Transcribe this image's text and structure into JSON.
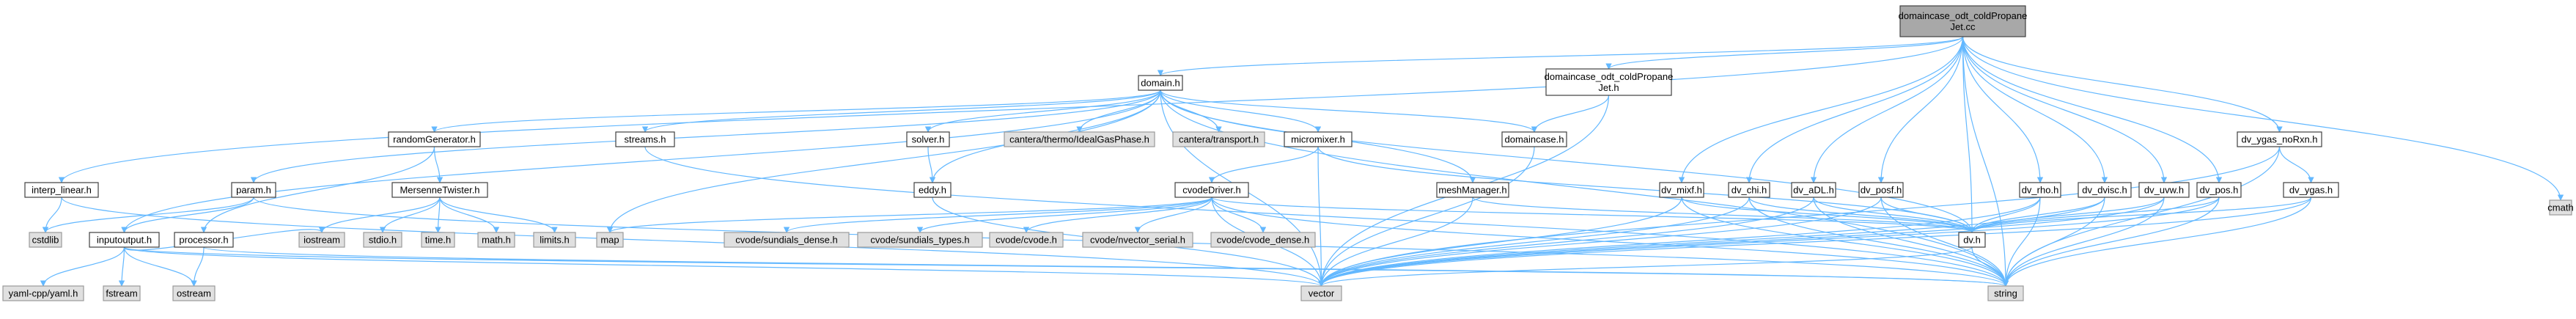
{
  "title": "domaincase_odt_coldPropaneJet.cc include dependency graph",
  "colors": {
    "edge": "#63b8ff",
    "root_fill": "#a8a8a8",
    "file_fill": "#ffffff",
    "sys_fill": "#e0e0e0",
    "border": "#404040"
  },
  "nodes": [
    {
      "id": "root",
      "lines": [
        "domaincase_odt_coldPropane",
        "Jet.cc"
      ],
      "kind": "root"
    },
    {
      "id": "domain_h",
      "lines": [
        "domain.h"
      ],
      "kind": "file"
    },
    {
      "id": "dc_jet_h",
      "lines": [
        "domaincase_odt_coldPropane",
        "Jet.h"
      ],
      "kind": "file"
    },
    {
      "id": "cmath",
      "lines": [
        "cmath"
      ],
      "kind": "sys"
    },
    {
      "id": "interp_linear_h",
      "lines": [
        "interp_linear.h"
      ],
      "kind": "file"
    },
    {
      "id": "randomGenerator_h",
      "lines": [
        "randomGenerator.h"
      ],
      "kind": "file"
    },
    {
      "id": "param_h",
      "lines": [
        "param.h"
      ],
      "kind": "file"
    },
    {
      "id": "streams_h",
      "lines": [
        "streams.h"
      ],
      "kind": "file"
    },
    {
      "id": "solver_h",
      "lines": [
        "solver.h"
      ],
      "kind": "file"
    },
    {
      "id": "idealgas_h",
      "lines": [
        "cantera/thermo/IdealGasPhase.h"
      ],
      "kind": "sys"
    },
    {
      "id": "transport_h",
      "lines": [
        "cantera/transport.h"
      ],
      "kind": "sys"
    },
    {
      "id": "micromixer_h",
      "lines": [
        "micromixer.h"
      ],
      "kind": "file"
    },
    {
      "id": "domaincase_h",
      "lines": [
        "domaincase.h"
      ],
      "kind": "file"
    },
    {
      "id": "dv_ygas_noRxn_h",
      "lines": [
        "dv_ygas_noRxn.h"
      ],
      "kind": "file"
    },
    {
      "id": "meshManager_h",
      "lines": [
        "meshManager.h"
      ],
      "kind": "file"
    },
    {
      "id": "dv_mixf_h",
      "lines": [
        "dv_mixf.h"
      ],
      "kind": "file"
    },
    {
      "id": "dv_chi_h",
      "lines": [
        "dv_chi.h"
      ],
      "kind": "file"
    },
    {
      "id": "dv_aDL_h",
      "lines": [
        "dv_aDL.h"
      ],
      "kind": "file"
    },
    {
      "id": "dv_posf_h",
      "lines": [
        "dv_posf.h"
      ],
      "kind": "file"
    },
    {
      "id": "dv_rho_h",
      "lines": [
        "dv_rho.h"
      ],
      "kind": "file"
    },
    {
      "id": "dv_dvisc_h",
      "lines": [
        "dv_dvisc.h"
      ],
      "kind": "file"
    },
    {
      "id": "dv_uvw_h",
      "lines": [
        "dv_uvw.h"
      ],
      "kind": "file"
    },
    {
      "id": "dv_pos_h",
      "lines": [
        "dv_pos.h"
      ],
      "kind": "file"
    },
    {
      "id": "dv_ygas_h",
      "lines": [
        "dv_ygas.h"
      ],
      "kind": "file"
    },
    {
      "id": "mersenne_h",
      "lines": [
        "MersenneTwister.h"
      ],
      "kind": "file"
    },
    {
      "id": "cvodeDriver_h",
      "lines": [
        "cvodeDriver.h"
      ],
      "kind": "file"
    },
    {
      "id": "eddy_h",
      "lines": [
        "eddy.h"
      ],
      "kind": "file"
    },
    {
      "id": "inputoutput_h",
      "lines": [
        "inputoutput.h"
      ],
      "kind": "file"
    },
    {
      "id": "processor_h",
      "lines": [
        "processor.h"
      ],
      "kind": "file"
    },
    {
      "id": "cstdlib",
      "lines": [
        "cstdlib"
      ],
      "kind": "sys"
    },
    {
      "id": "iostream",
      "lines": [
        "iostream"
      ],
      "kind": "sys"
    },
    {
      "id": "stdio_h",
      "lines": [
        "stdio.h"
      ],
      "kind": "sys"
    },
    {
      "id": "time_h",
      "lines": [
        "time.h"
      ],
      "kind": "sys"
    },
    {
      "id": "math_h",
      "lines": [
        "math.h"
      ],
      "kind": "sys"
    },
    {
      "id": "limits_h",
      "lines": [
        "limits.h"
      ],
      "kind": "sys"
    },
    {
      "id": "map",
      "lines": [
        "map"
      ],
      "kind": "sys"
    },
    {
      "id": "sundials_dense",
      "lines": [
        "cvode/sundials_dense.h"
      ],
      "kind": "sys"
    },
    {
      "id": "sundials_types",
      "lines": [
        "cvode/sundials_types.h"
      ],
      "kind": "sys"
    },
    {
      "id": "cvode_h",
      "lines": [
        "cvode/cvode.h"
      ],
      "kind": "sys"
    },
    {
      "id": "nvector_serial",
      "lines": [
        "cvode/nvector_serial.h"
      ],
      "kind": "sys"
    },
    {
      "id": "cvode_dense",
      "lines": [
        "cvode/cvode_dense.h"
      ],
      "kind": "sys"
    },
    {
      "id": "dv_h",
      "lines": [
        "dv.h"
      ],
      "kind": "file"
    },
    {
      "id": "yaml_cpp",
      "lines": [
        "yaml-cpp/yaml.h"
      ],
      "kind": "sys"
    },
    {
      "id": "fstream",
      "lines": [
        "fstream"
      ],
      "kind": "sys"
    },
    {
      "id": "ostream",
      "lines": [
        "ostream"
      ],
      "kind": "sys"
    },
    {
      "id": "vector",
      "lines": [
        "vector"
      ],
      "kind": "sys"
    },
    {
      "id": "string",
      "lines": [
        "string"
      ],
      "kind": "sys"
    }
  ],
  "edges": [
    [
      "root",
      "domain_h"
    ],
    [
      "root",
      "dc_jet_h"
    ],
    [
      "root",
      "cmath"
    ],
    [
      "root",
      "interp_linear_h"
    ],
    [
      "root",
      "dv_ygas_noRxn_h"
    ],
    [
      "root",
      "dv_mixf_h"
    ],
    [
      "root",
      "dv_chi_h"
    ],
    [
      "root",
      "dv_aDL_h"
    ],
    [
      "root",
      "dv_posf_h"
    ],
    [
      "root",
      "dv_rho_h"
    ],
    [
      "root",
      "dv_dvisc_h"
    ],
    [
      "root",
      "dv_uvw_h"
    ],
    [
      "root",
      "dv_pos_h"
    ],
    [
      "root",
      "dv_h"
    ],
    [
      "root",
      "string"
    ],
    [
      "domain_h",
      "randomGenerator_h"
    ],
    [
      "domain_h",
      "param_h"
    ],
    [
      "domain_h",
      "streams_h"
    ],
    [
      "domain_h",
      "solver_h"
    ],
    [
      "domain_h",
      "idealgas_h"
    ],
    [
      "domain_h",
      "transport_h"
    ],
    [
      "domain_h",
      "micromixer_h"
    ],
    [
      "domain_h",
      "domaincase_h"
    ],
    [
      "domain_h",
      "meshManager_h"
    ],
    [
      "domain_h",
      "eddy_h"
    ],
    [
      "domain_h",
      "dv_h"
    ],
    [
      "domain_h",
      "map"
    ],
    [
      "domain_h",
      "vector"
    ],
    [
      "domain_h",
      "string"
    ],
    [
      "domain_h",
      "inputoutput_h"
    ],
    [
      "dc_jet_h",
      "domaincase_h"
    ],
    [
      "dc_jet_h",
      "vector"
    ],
    [
      "interp_linear_h",
      "cstdlib"
    ],
    [
      "interp_linear_h",
      "vector"
    ],
    [
      "randomGenerator_h",
      "mersenne_h"
    ],
    [
      "randomGenerator_h",
      "processor_h"
    ],
    [
      "mersenne_h",
      "iostream"
    ],
    [
      "mersenne_h",
      "stdio_h"
    ],
    [
      "mersenne_h",
      "time_h"
    ],
    [
      "mersenne_h",
      "math_h"
    ],
    [
      "mersenne_h",
      "limits_h"
    ],
    [
      "param_h",
      "inputoutput_h"
    ],
    [
      "param_h",
      "cstdlib"
    ],
    [
      "param_h",
      "string"
    ],
    [
      "inputoutput_h",
      "yaml_cpp"
    ],
    [
      "inputoutput_h",
      "fstream"
    ],
    [
      "inputoutput_h",
      "ostream"
    ],
    [
      "inputoutput_h",
      "vector"
    ],
    [
      "inputoutput_h",
      "string"
    ],
    [
      "inputoutput_h",
      "iostream"
    ],
    [
      "processor_h",
      "ostream"
    ],
    [
      "processor_h",
      "string"
    ],
    [
      "streams_h",
      "string"
    ],
    [
      "solver_h",
      "eddy_h"
    ],
    [
      "eddy_h",
      "vector"
    ],
    [
      "micromixer_h",
      "cvodeDriver_h"
    ],
    [
      "micromixer_h",
      "vector"
    ],
    [
      "micromixer_h",
      "dv_h"
    ],
    [
      "cvodeDriver_h",
      "map"
    ],
    [
      "cvodeDriver_h",
      "sundials_dense"
    ],
    [
      "cvodeDriver_h",
      "sundials_types"
    ],
    [
      "cvodeDriver_h",
      "cvode_h"
    ],
    [
      "cvodeDriver_h",
      "nvector_serial"
    ],
    [
      "cvodeDriver_h",
      "cvode_dense"
    ],
    [
      "cvodeDriver_h",
      "vector"
    ],
    [
      "cvodeDriver_h",
      "string"
    ],
    [
      "cvodeDriver_h",
      "dv_h"
    ],
    [
      "domaincase_h",
      "vector"
    ],
    [
      "meshManager_h",
      "vector"
    ],
    [
      "meshManager_h",
      "dv_h"
    ],
    [
      "dv_mixf_h",
      "dv_h"
    ],
    [
      "dv_mixf_h",
      "vector"
    ],
    [
      "dv_mixf_h",
      "string"
    ],
    [
      "dv_chi_h",
      "dv_h"
    ],
    [
      "dv_chi_h",
      "vector"
    ],
    [
      "dv_chi_h",
      "string"
    ],
    [
      "dv_aDL_h",
      "dv_h"
    ],
    [
      "dv_aDL_h",
      "vector"
    ],
    [
      "dv_aDL_h",
      "string"
    ],
    [
      "dv_posf_h",
      "dv_h"
    ],
    [
      "dv_posf_h",
      "vector"
    ],
    [
      "dv_posf_h",
      "string"
    ],
    [
      "dv_rho_h",
      "dv_h"
    ],
    [
      "dv_rho_h",
      "vector"
    ],
    [
      "dv_rho_h",
      "string"
    ],
    [
      "dv_dvisc_h",
      "dv_h"
    ],
    [
      "dv_dvisc_h",
      "vector"
    ],
    [
      "dv_dvisc_h",
      "string"
    ],
    [
      "dv_uvw_h",
      "dv_h"
    ],
    [
      "dv_uvw_h",
      "vector"
    ],
    [
      "dv_uvw_h",
      "string"
    ],
    [
      "dv_pos_h",
      "dv_h"
    ],
    [
      "dv_pos_h",
      "vector"
    ],
    [
      "dv_pos_h",
      "string"
    ],
    [
      "dv_ygas_noRxn_h",
      "dv_ygas_h"
    ],
    [
      "dv_ygas_noRxn_h",
      "vector"
    ],
    [
      "dv_ygas_noRxn_h",
      "string"
    ],
    [
      "dv_ygas_h",
      "dv_h"
    ],
    [
      "dv_ygas_h",
      "vector"
    ],
    [
      "dv_ygas_h",
      "string"
    ],
    [
      "dv_h",
      "vector"
    ],
    [
      "dv_h",
      "string"
    ]
  ]
}
